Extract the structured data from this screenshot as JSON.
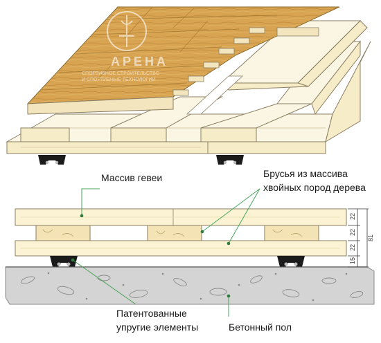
{
  "watermark": {
    "name": "АРЕНА",
    "line1": "СПОРТИВНОЕ СТРОИТЕЛЬСТВО",
    "line2": "И СПОРТИВНЫЕ ТЕХНОЛОГИИ"
  },
  "labels": {
    "solid_hevea": "Массив гевеи",
    "timber_line1": "Брусья из массива",
    "timber_line2": "хвойных пород дерева",
    "elastic_line1": "Патентованные",
    "elastic_line2": "упругие элементы",
    "concrete": "Бетонный пол"
  },
  "dimensions": {
    "top_board": "22",
    "joist": "22",
    "base_board": "22",
    "pad": "15",
    "total": "81"
  },
  "colors": {
    "wood_top": "#d9a95a",
    "wood_light": "#f6ecc8",
    "wood_pale": "#fbf6e4",
    "outline": "#8a7e62",
    "concrete": "#d4d4d4",
    "pad_dark": "#1b1b1b",
    "leader": "#4aa35a"
  }
}
